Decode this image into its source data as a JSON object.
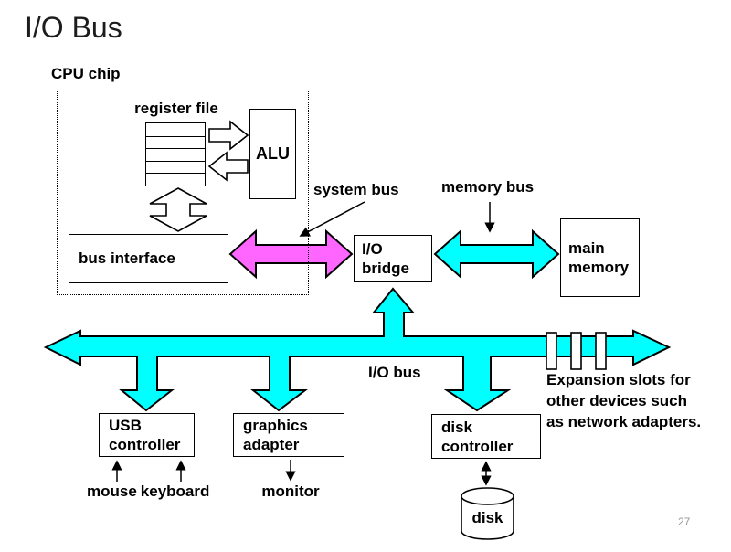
{
  "slide": {
    "title": "I/O Bus",
    "page_number": "27"
  },
  "cpu": {
    "chip_label": "CPU chip",
    "register_file_label": "register file",
    "alu_label": "ALU",
    "bus_interface_label": "bus interface"
  },
  "buses": {
    "system_bus_label": "system bus",
    "memory_bus_label": "memory bus",
    "io_bus_label": "I/O bus"
  },
  "boxes": {
    "io_bridge": "I/O\nbridge",
    "main_memory": "main\nmemory",
    "usb_controller": "USB\ncontroller",
    "graphics_adapter": "graphics\nadapter",
    "disk_controller": "disk\ncontroller"
  },
  "devices": {
    "mouse": "mouse",
    "keyboard": "keyboard",
    "monitor": "monitor",
    "disk": "disk"
  },
  "notes": {
    "expansion": "Expansion slots for\nother devices such\nas network adapters."
  },
  "colors": {
    "io_bus_fill": "#00ffff",
    "system_bus_fill": "#ff66ff",
    "outline": "#000000",
    "page_number": "#999999"
  }
}
